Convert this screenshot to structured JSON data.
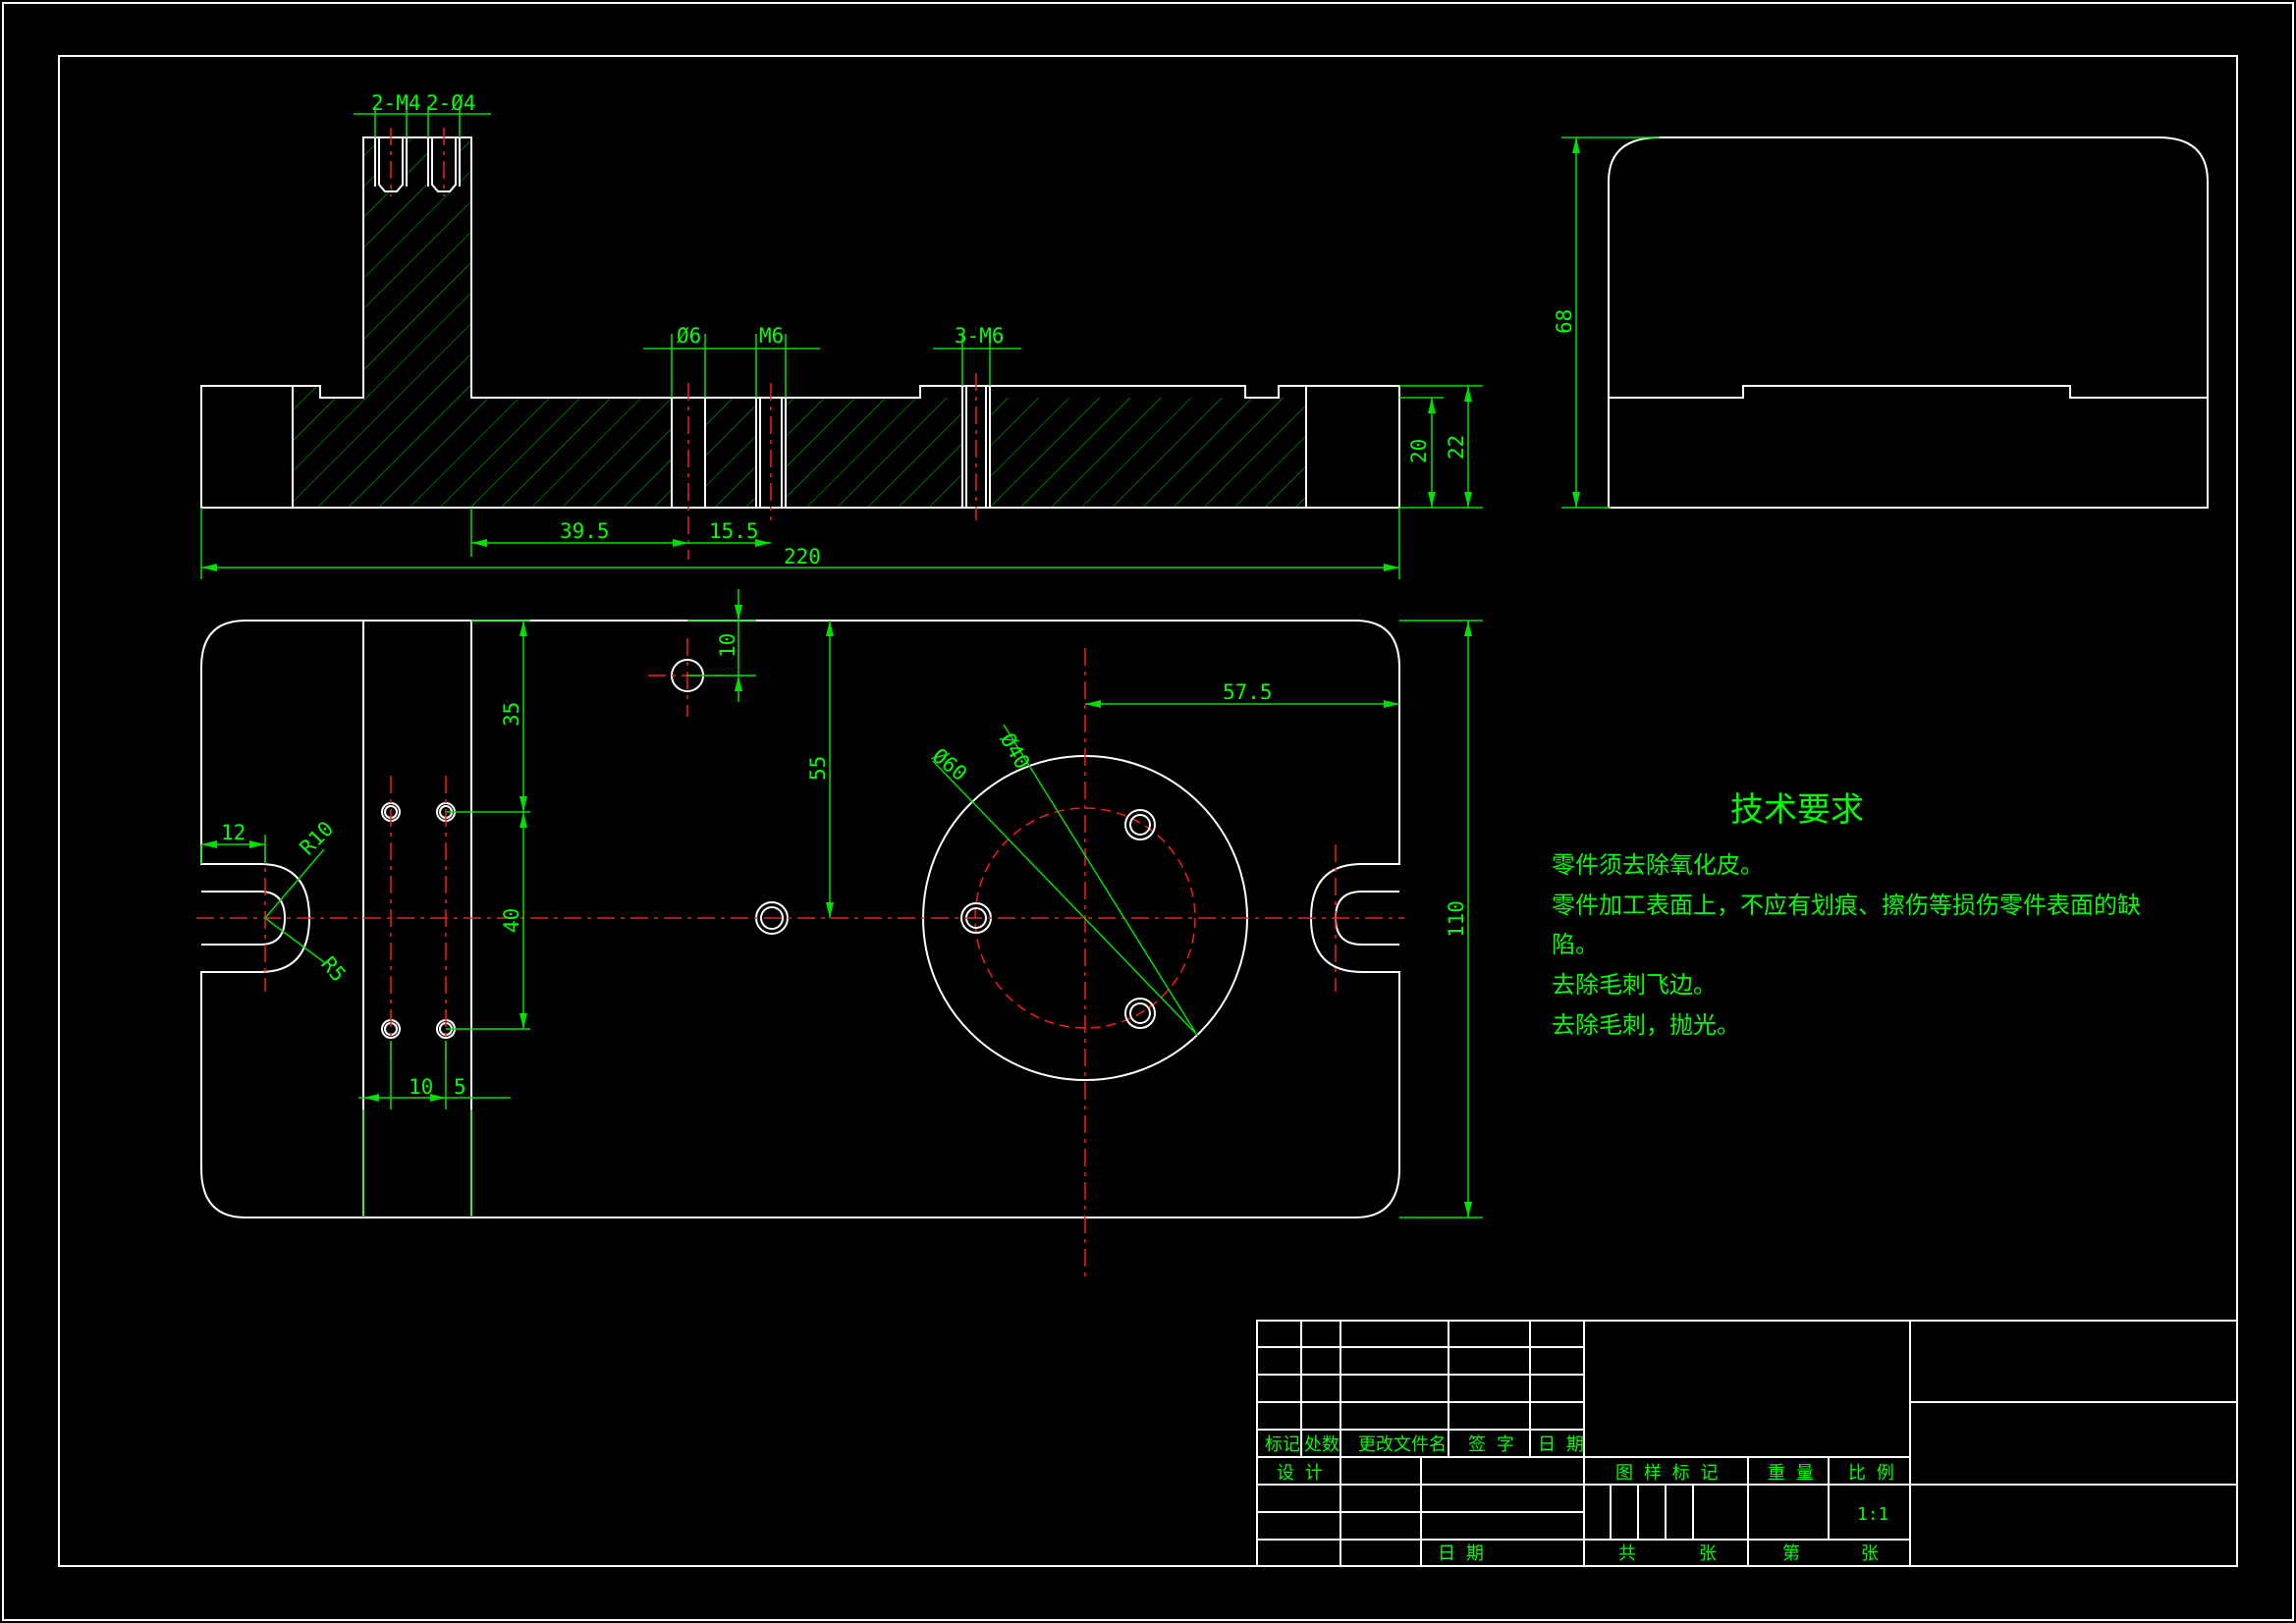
{
  "views": {
    "front": {
      "dims": {
        "hole_left": "2-M4",
        "hole_right": "2-Ø4",
        "d_phi6": "Ø6",
        "d_m6": "M6",
        "d_3m6": "3-M6",
        "d_39_5": "39.5",
        "d_15_5": "15.5",
        "d_220": "220",
        "d_20": "20",
        "d_22": "22"
      }
    },
    "side": {
      "dims": {
        "d_68": "68"
      }
    },
    "top": {
      "dims": {
        "d_10_top": "10",
        "d_35": "35",
        "d_55": "55",
        "d_57_5": "57.5",
        "d_phi40": "Ø40",
        "d_phi60": "Ø60",
        "d_12": "12",
        "d_r10": "R10",
        "d_r5": "R5",
        "d_40": "40",
        "d_110": "110",
        "d_10_bottom": "10",
        "d_5": "5"
      }
    }
  },
  "notes": {
    "title": "技术要求",
    "lines": [
      "零件须去除氧化皮。",
      "零件加工表面上，不应有划痕、擦伤等损伤零件表面的缺",
      "陷。",
      "去除毛刺飞边。",
      "去除毛刺，抛光。"
    ]
  },
  "title_block": {
    "biaoji": "标记",
    "chushu": "处数",
    "gengai": "更改文件名",
    "qianzi": "签 字",
    "riqi": "日 期",
    "sheji": "设 计",
    "riqi2": "日 期",
    "tuyang": "图 样 标 记",
    "zhongliang": "重 量",
    "bili": "比 例",
    "scale_value": "1:1",
    "gong": "共",
    "zhang1": "张",
    "di": "第",
    "zhang2": "张"
  }
}
